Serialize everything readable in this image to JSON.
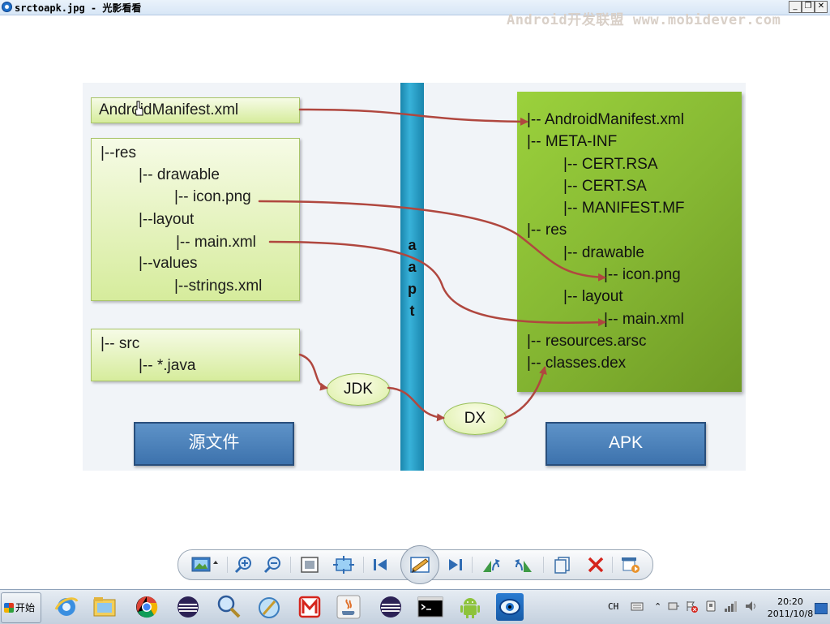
{
  "window": {
    "title": "srctoapk.jpg - 光影看看",
    "watermark": "Android开发联盟 www.mobidever.com",
    "controls": [
      "_",
      "❐",
      "✕"
    ]
  },
  "slide": {
    "manifest_label": "AndroidManifest.xml",
    "res_tree": [
      "|--res",
      "|-- drawable",
      "|-- icon.png",
      "|--layout",
      "|-- main.xml",
      "|--values",
      "|--strings.xml"
    ],
    "src_tree": [
      "|-- src",
      "|-- *.java"
    ],
    "aapt_letters": [
      "a",
      "a",
      "p",
      "t"
    ],
    "apk_tree": [
      "|-- AndroidManifest.xml",
      "|-- META-INF",
      "|-- CERT.RSA",
      "|-- CERT.SA",
      "|-- MANIFEST.MF",
      "|-- res",
      "|-- drawable",
      "|-- icon.png",
      "|-- layout",
      "|-- main.xml",
      "|-- resources.arsc",
      "|-- classes.dex"
    ],
    "jdk_label": "JDK",
    "dx_label": "DX",
    "source_button": "源文件",
    "apk_button": "APK",
    "colors": {
      "arrow": "#b0473f",
      "aapt_bar": "#2ba3cc",
      "apk_box": "#86b833",
      "button": "#4a80bb"
    }
  },
  "toolbar": {
    "icons": [
      "image-menu-icon",
      "zoom-in-icon",
      "zoom-out-icon",
      "actual-size-icon",
      "fit-window-icon",
      "previous-icon",
      "edit-icon",
      "next-icon",
      "rotate-left-icon",
      "rotate-right-icon",
      "copy-icon",
      "delete-icon",
      "slideshow-icon"
    ]
  },
  "taskbar": {
    "start_label": "开始",
    "apps": [
      "internet-explorer-icon",
      "folder-icon",
      "chrome-icon",
      "eclipse-icon",
      "search-tool-icon",
      "magic-wand-icon",
      "mail-m-icon",
      "java-icon",
      "eclipse-2-icon",
      "command-prompt-icon",
      "android-icon",
      "image-viewer-icon"
    ],
    "ime": "CH",
    "clock_time": "20:20",
    "clock_date": "2011/10/8"
  }
}
